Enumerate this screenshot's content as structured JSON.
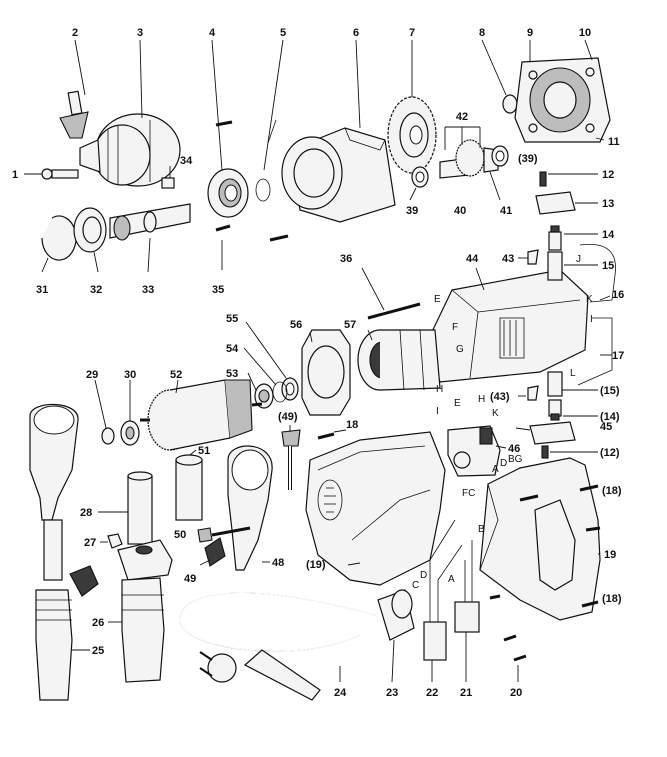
{
  "callouts": {
    "n1": "1",
    "n2": "2",
    "n3": "3",
    "n4": "4",
    "n5": "5",
    "n6": "6",
    "n7": "7",
    "n8": "8",
    "n9": "9",
    "n10": "10",
    "n11": "11",
    "n12": "12",
    "n13": "13",
    "n14": "14",
    "n15": "15",
    "n16": "16",
    "n17": "17",
    "n18": "18",
    "n19": "19",
    "n20": "20",
    "n21": "21",
    "n22": "22",
    "n23": "23",
    "n24": "24",
    "n25": "25",
    "n26": "26",
    "n27": "27",
    "n28": "28",
    "n29": "29",
    "n30": "30",
    "n31": "31",
    "n32": "32",
    "n33": "33",
    "n34": "34",
    "n35": "35",
    "n36": "36",
    "n39a": "39",
    "n39b": "(39)",
    "n40": "40",
    "n41": "41",
    "n42": "42",
    "n43a": "43",
    "n43b": "(43)",
    "n44": "44",
    "n45": "45",
    "n46": "46",
    "n48": "48",
    "n49a": "(49)",
    "n49b": "49",
    "n50": "50",
    "n51": "51",
    "n52": "52",
    "n53": "53",
    "n54": "54",
    "n55": "55",
    "n56": "56",
    "n57": "57",
    "n12b": "(12)",
    "n14b": "(14)",
    "n15b": "(15)",
    "n18b": "(18)",
    "n18c": "(18)",
    "n19b": "(19)"
  },
  "wire_letters": {
    "e1": "E",
    "f1": "F",
    "g1": "G",
    "h1": "H",
    "i1": "I",
    "j1": "J",
    "k1": "K",
    "l1": "L",
    "i2": "I",
    "e2": "E",
    "h2": "H",
    "k2": "K",
    "a2": "A",
    "d2": "D",
    "bg": "BG",
    "fc": "FC",
    "b3": "B",
    "c3": "C",
    "d3": "D",
    "a3": "A"
  }
}
